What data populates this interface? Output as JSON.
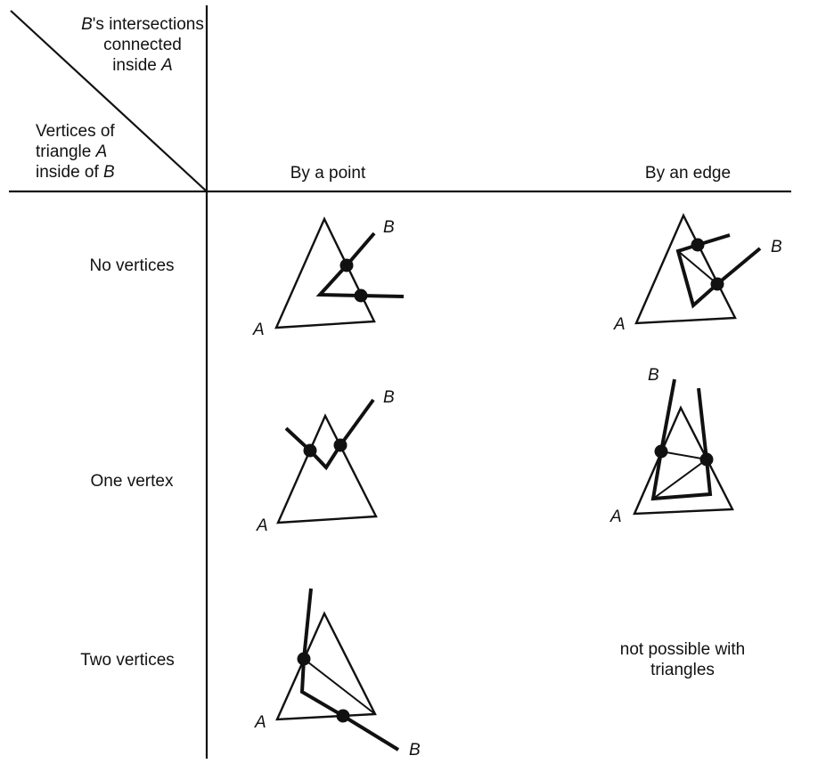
{
  "header": {
    "corner_top": {
      "line1_var": "B",
      "line1_rest": "'s intersections",
      "line2": "connected",
      "line3_pre": "inside ",
      "line3_var": "A"
    },
    "corner_left": {
      "line1": "Vertices of",
      "line2_pre": "triangle ",
      "line2_var": "A",
      "line3_pre": "inside of ",
      "line3_var": "B"
    },
    "col_point": "By a point",
    "col_edge": "By an edge"
  },
  "rows": {
    "no_vertices": "No vertices",
    "one_vertex": "One vertex",
    "two_vertices": "Two vertices"
  },
  "cells": {
    "not_possible_line1": "not possible with",
    "not_possible_line2": "triangles"
  },
  "variables": {
    "a": "A",
    "b": "B"
  },
  "colors": {
    "ink": "#111111",
    "background": "#ffffff"
  }
}
